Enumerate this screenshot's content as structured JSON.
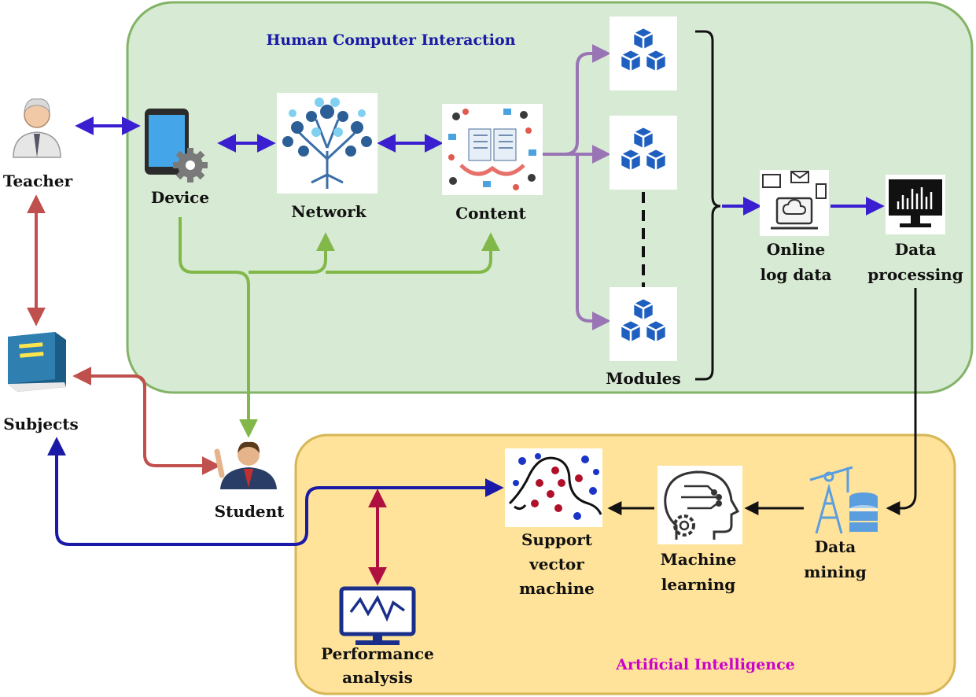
{
  "regions": {
    "hci_title": "Human Computer Interaction",
    "ai_title": "Artificial Intelligence"
  },
  "labels": {
    "teacher": "Teacher",
    "subjects": "Subjects",
    "device": "Device",
    "network": "Network",
    "content": "Content",
    "modules": "Modules",
    "online_log_data": [
      "Online",
      "log data"
    ],
    "data_processing": [
      "Data",
      "processing"
    ],
    "student": "Student",
    "data_mining": [
      "Data",
      "mining"
    ],
    "machine_learning": [
      "Machine",
      "learning"
    ],
    "svm": [
      "Support",
      "vector",
      "machine"
    ],
    "performance_analysis": [
      "Performance",
      "analysis"
    ]
  },
  "colors": {
    "hci_fill": "#d7ead3",
    "hci_border": "#82b366",
    "ai_fill": "#ffe39a",
    "ai_border": "#d6b656",
    "hci_title": "#1a1aa6",
    "ai_title": "#cc00cc",
    "arrow_blue": "#3a1fd0",
    "arrow_red": "#c0504d",
    "arrow_green": "#82b84a",
    "arrow_purple": "#9a75b5",
    "arrow_dark_blue": "#1a1aa6",
    "arrow_crimson": "#b01040",
    "module_blue": "#1f5fbf"
  },
  "icons": [
    "teacher-icon",
    "book-icon",
    "device-icon",
    "network-tree-icon",
    "content-collage-icon",
    "module-cubes-icon",
    "online-log-icon",
    "data-monitor-icon",
    "student-icon",
    "data-mining-icon",
    "machine-learning-head-icon",
    "svm-scatter-icon",
    "performance-monitor-icon"
  ]
}
